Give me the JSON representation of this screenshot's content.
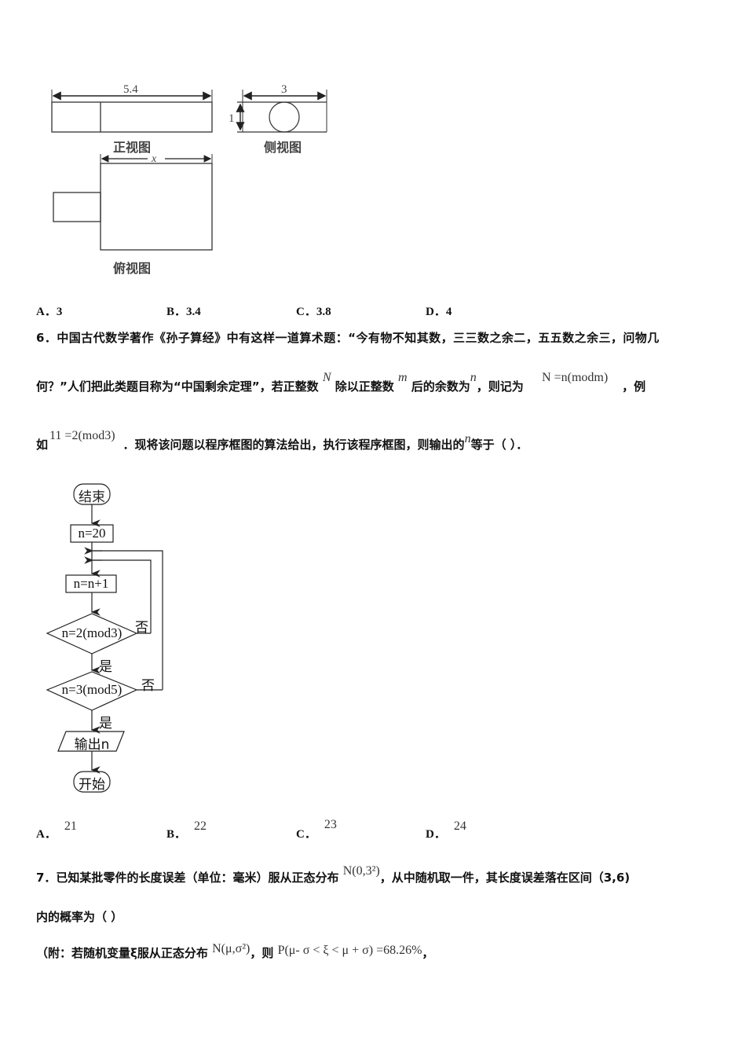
{
  "three_view_figure": {
    "front_view": {
      "dimension": "5.4",
      "label": "正视图"
    },
    "side_view": {
      "width_dimension": "3",
      "height_dimension": "1",
      "label": "侧视图"
    },
    "top_view": {
      "dimension": "x",
      "label": "俯视图"
    }
  },
  "question5_options": [
    {
      "letter": "A．",
      "value": "3"
    },
    {
      "letter": "B．",
      "value": "3.4"
    },
    {
      "letter": "C．",
      "value": "3.8"
    },
    {
      "letter": "D．",
      "value": "4"
    }
  ],
  "question6": {
    "line1": "6．中国古代数学著作《孙子算经》中有这样一道算术题：“今有物不知其数，三三数之余二，五五数之余三，问物几",
    "line2_a": "何？”人们把此类题目称为“中国剩余定理”，若正整数",
    "math_N": "N",
    "line2_b": "除以正整数",
    "math_m": "m",
    "line2_c": "后的余数为",
    "math_n": "n",
    "line2_d": "，则记为",
    "math_congruence": "N =n(modm)",
    "line2_e": "，例",
    "line3_a": "如",
    "math_example": "11 =2(mod3)",
    "line3_b": "．现将该问题以程序框图的算法给出，执行该程序框图，则输出的",
    "math_n2": "n",
    "line3_c": "等于（    ）．"
  },
  "flowchart": {
    "start": "结束",
    "init": "n=20",
    "increment": "n=n+1",
    "cond1": "n=2(mod3)",
    "cond2": "n=3(mod5)",
    "yes": "是",
    "no": "否",
    "output": "输出n",
    "end": "开始"
  },
  "question6_options": [
    {
      "letter": "A．",
      "value": "21"
    },
    {
      "letter": "B．",
      "value": "22"
    },
    {
      "letter": "C．",
      "value": "23"
    },
    {
      "letter": "D．",
      "value": "24"
    }
  ],
  "question7": {
    "line1_a": "7．已知某批零件的长度误差（单位：毫米）服从正态分布",
    "math_dist": "N(0,3²)",
    "line1_b": "，从中随机取一件，其长度误差落在区间（3,6)",
    "line2": "内的概率为（ ）",
    "line3_a": "（附：若随机变量ξ服从正态分布",
    "math_dist2": "N(μ,σ²)",
    "line3_b": "，则",
    "math_prob": "P(μ- σ < ξ < μ + σ) =68.26%",
    "line3_c": "，"
  }
}
